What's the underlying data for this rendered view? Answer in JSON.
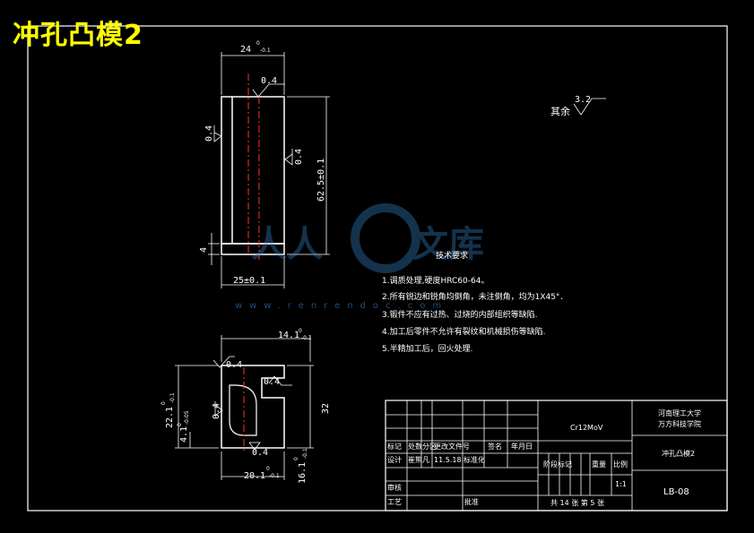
{
  "title": "冲孔凸模2",
  "watermark": {
    "text": "www.renrendoc.com"
  },
  "top_view": {
    "width_dim": "24",
    "width_tol": "0",
    "width_tol2": "-0.1",
    "roughness_top": "0.4",
    "roughness_left": "0.4",
    "roughness_right": "0.4",
    "height_dim": "62.5±0.1",
    "base_dim": "25±0.1",
    "base_height": "4"
  },
  "roughness_other": {
    "label": "其余",
    "value": "3.2"
  },
  "bottom_view": {
    "top_dim": "14.1",
    "top_tol_up": "0",
    "top_tol_low": "-0.1",
    "rough_a": "0.4",
    "rough_b": "0.4",
    "rough_c": "0.4",
    "rough_d": "0.4",
    "left_dim1": "22.1",
    "left_dim1_tol": "0",
    "left_dim1_tol2": "-0.1",
    "left_dim2": "4.1",
    "left_dim2_tol": "0",
    "left_dim2_tol2": "-0.05",
    "right_dim": "32",
    "bottom_dim": "20.1",
    "bottom_dim_tol": "0",
    "bottom_dim_tol2": "-0.1",
    "right_lower_dim": "16.1",
    "right_lower_tol": "0",
    "right_lower_tol2": "-0.1"
  },
  "tech_requirements": {
    "title": "技术要求",
    "lines": [
      "1.调质处理,硬度HRC60-64。",
      "2.所有锐边和锐角均倒角，未注倒角，均为1X45°．",
      "3.锻件不应有过热、过烧的内部组织等缺陷.",
      "4.加工后零件不允许有裂纹和机械损伤等缺陷.",
      "5.半精加工后，回火处理."
    ]
  },
  "title_block": {
    "material": "Cr12MoV",
    "school1": "河南理工大学",
    "school2": "万方科技学院",
    "part_name": "冲孔凸模2",
    "drawing_no": "LB-08",
    "h_mark": "标记",
    "h_count": "处数",
    "h_zone": "分区",
    "h_doc": "更改文件号",
    "h_sign": "签名",
    "h_date": "年月日",
    "design": "设计",
    "designer": "崔熊凡",
    "design_date": "11.5.18",
    "std": "标准化",
    "stage": "阶段标记",
    "weight": "重量",
    "scale": "比例",
    "scale_val": "1:1",
    "review": "审核",
    "process": "工艺",
    "approve": "批准",
    "sheets": "共 14 张  第 5 张"
  }
}
